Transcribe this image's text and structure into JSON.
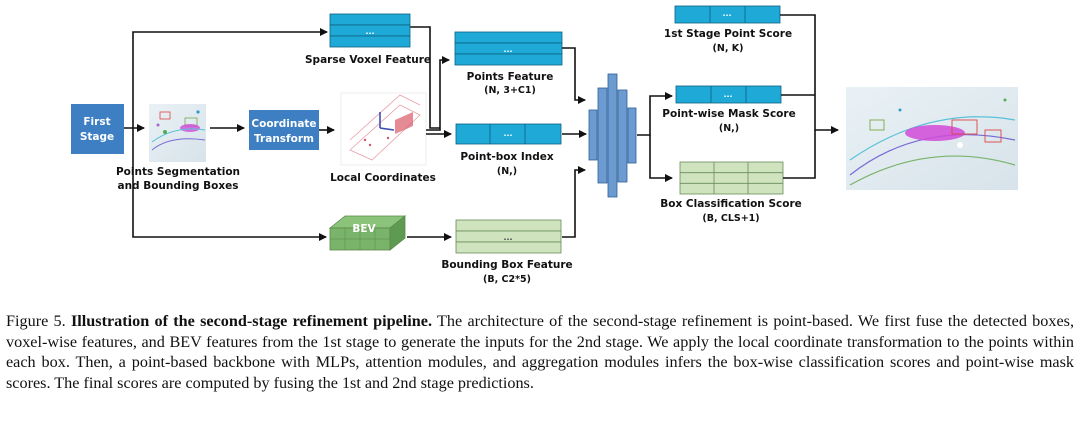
{
  "diagram": {
    "first_stage": [
      "First",
      "Stage"
    ],
    "points_seg": [
      "Points Segmentation",
      "and Bounding Boxes"
    ],
    "coord_transform": [
      "Coordinate",
      "Transform"
    ],
    "local_coords": "Local Coordinates",
    "sparse_voxel": "Sparse Voxel Feature",
    "points_feature": "Points Feature",
    "points_feature_dim": "(N, 3+C1)",
    "point_box_index": "Point-box Index",
    "point_box_index_dim": "(N,)",
    "bev": "BEV",
    "bbox_feature": "Bounding Box Feature",
    "bbox_feature_dim": "(B, C2*5)",
    "first_stage_score": "1st Stage Point Score",
    "first_stage_score_dim": "(N, K)",
    "mask_score": "Point-wise Mask Score",
    "mask_score_dim": "(N,)",
    "box_cls_score": "Box Classification Score",
    "box_cls_score_dim": "(B, CLS+1)",
    "ellipsis": "..."
  },
  "caption": {
    "prefix": "Figure 5.",
    "title": "Illustration of the second-stage refinement pipeline.",
    "body": "The architecture of the second-stage refinement is point-based. We first fuse the detected boxes, voxel-wise features, and BEV features from the 1st stage to generate the inputs for the 2nd stage. We apply the local coordinate transformation to the points within each box. Then, a point-based backbone with MLPs, attention modules, and aggregation modules infers the box-wise classification scores and point-wise mask scores. The final scores are computed by fusing the 1st and 2nd stage predictions."
  },
  "colors": {
    "blue_box": "#3d7fc2",
    "cyan_tensor": "#1fa9d6",
    "green_tensor": "#cfe3bf",
    "backbone": "#6b9bd1"
  }
}
